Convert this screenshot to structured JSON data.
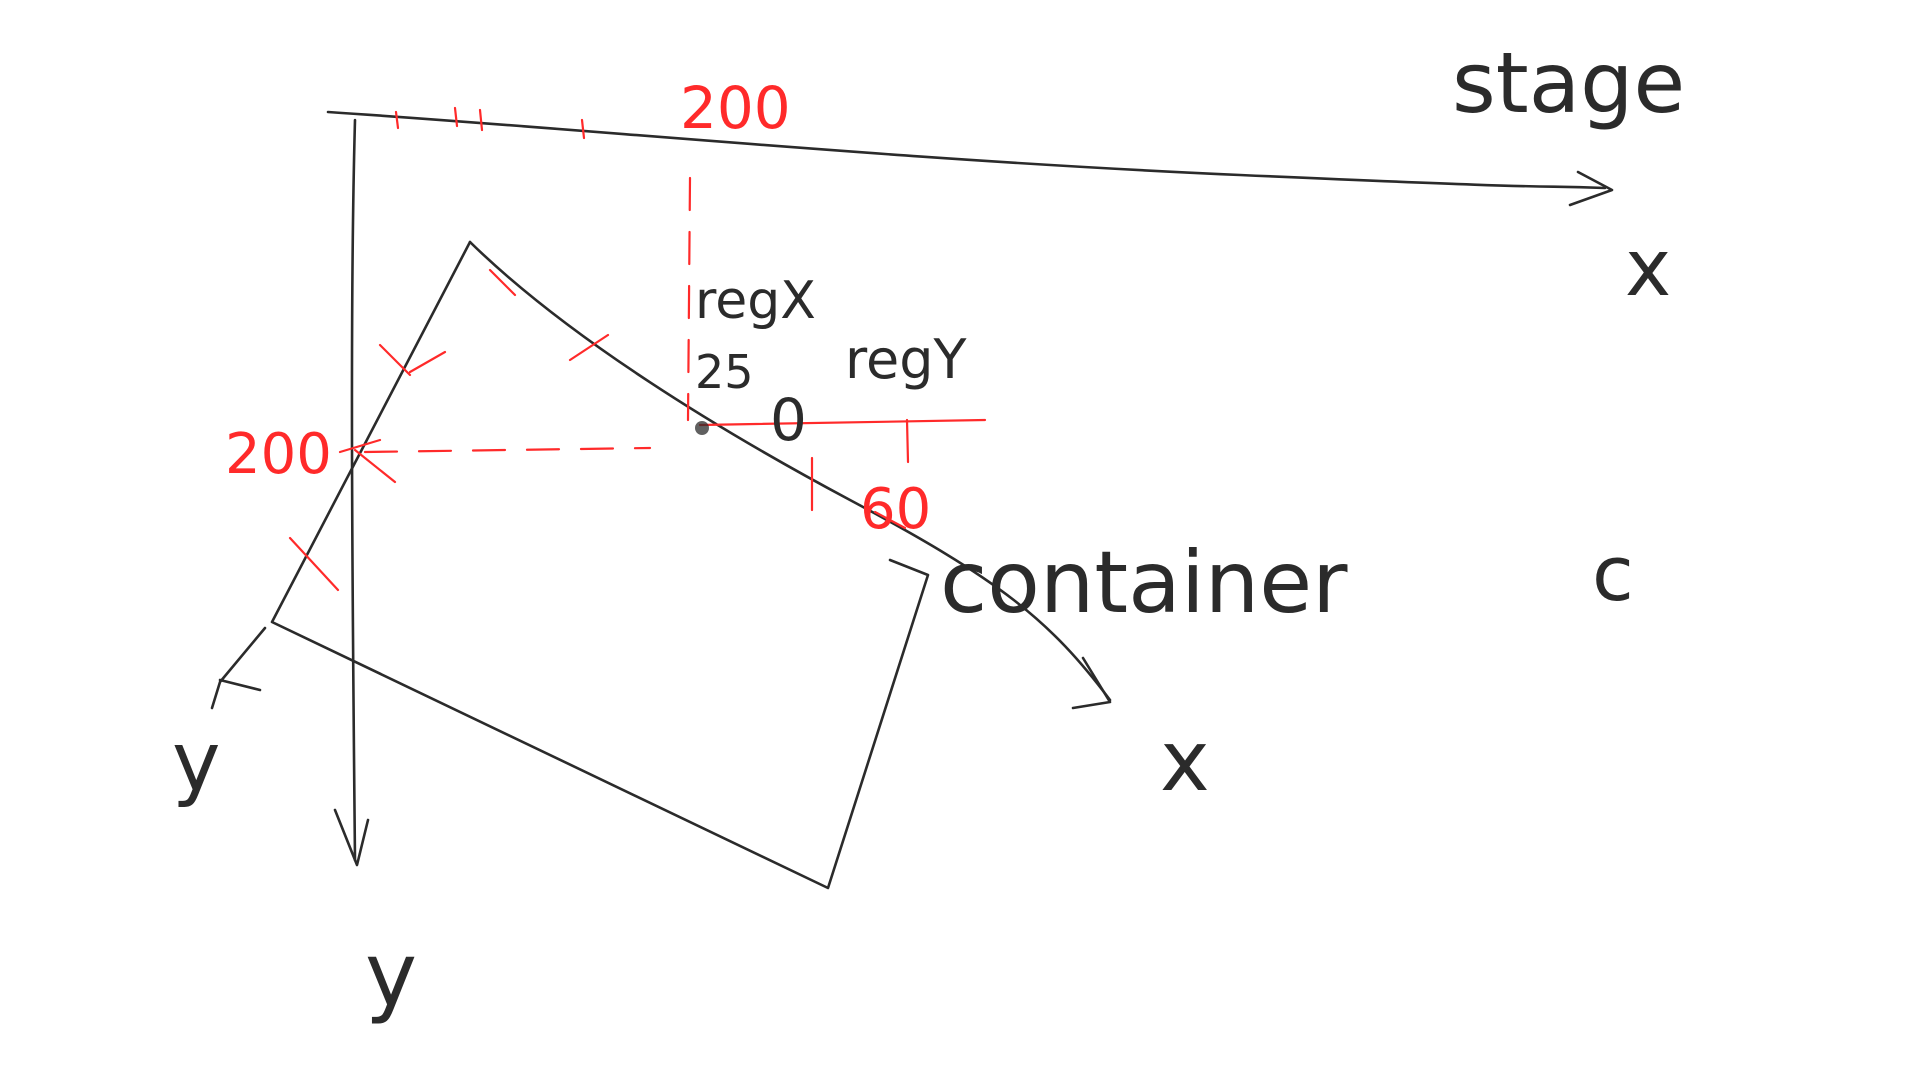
{
  "labels": {
    "stage": "stage",
    "stage_x": "x",
    "stage_y": "y",
    "container": "container",
    "container_short": "c",
    "container_x": "x",
    "container_y": "y",
    "reg_x": "regX",
    "reg_y": "regY",
    "reg_x_value": "25",
    "reg_y_value": "0",
    "top_200": "200",
    "left_200": "200",
    "right_60": "60"
  },
  "colors": {
    "ink": "#2b2b2b",
    "annotation": "#ff2a2a",
    "background": "#ffffff"
  }
}
